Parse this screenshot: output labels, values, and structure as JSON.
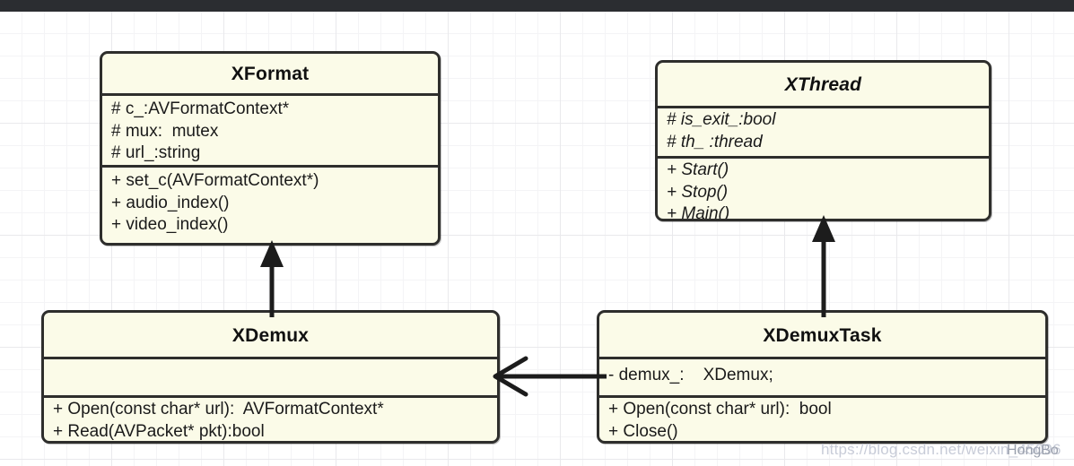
{
  "diagram": {
    "type": "uml-class-diagram",
    "background": "#ffffff",
    "grid": true,
    "class_fill": "#fbfbe8",
    "class_border": "#2e2e2c",
    "topbar_color": "#2b2d31"
  },
  "classes": {
    "xformat": {
      "name": "XFormat",
      "abstract": false,
      "attributes": [
        "# c_:AVFormatContext*",
        "# mux:  mutex",
        "# url_:string"
      ],
      "operations": [
        "+ set_c(AVFormatContext*)",
        "+ audio_index()",
        "+ video_index()"
      ]
    },
    "xthread": {
      "name": "XThread",
      "abstract": true,
      "attributes": [
        "# is_exit_:bool",
        "# th_ :thread"
      ],
      "operations": [
        "+ Start()",
        "+ Stop()",
        "+ Main()"
      ]
    },
    "xdemux": {
      "name": "XDemux",
      "abstract": false,
      "attributes": [
        ""
      ],
      "operations": [
        "+ Open(const char* url):  AVFormatContext*",
        "+ Read(AVPacket* pkt):bool"
      ]
    },
    "xdemuxtask": {
      "name": "XDemuxTask",
      "abstract": false,
      "attributes": [
        "- demux_:    XDemux;"
      ],
      "operations": [
        "+ Open(const char* url):  bool",
        "+ Close()"
      ]
    }
  },
  "connectors": [
    {
      "id": "xdemux-to-xformat",
      "from": "XDemux",
      "to": "XFormat",
      "kind": "generalization",
      "arrow": "filled-triangle",
      "direction": "up"
    },
    {
      "id": "xdemuxtask-to-xthread",
      "from": "XDemuxTask",
      "to": "XThread",
      "kind": "generalization",
      "arrow": "filled-triangle",
      "direction": "up"
    },
    {
      "id": "xdemuxtask-to-xdemux",
      "from": "XDemuxTask",
      "to": "XDemux",
      "kind": "association",
      "arrow": "open-arrow",
      "direction": "left"
    }
  ],
  "watermark": {
    "url": "https://blog.csdn.net/weixin_45096",
    "author": "HongBo"
  }
}
